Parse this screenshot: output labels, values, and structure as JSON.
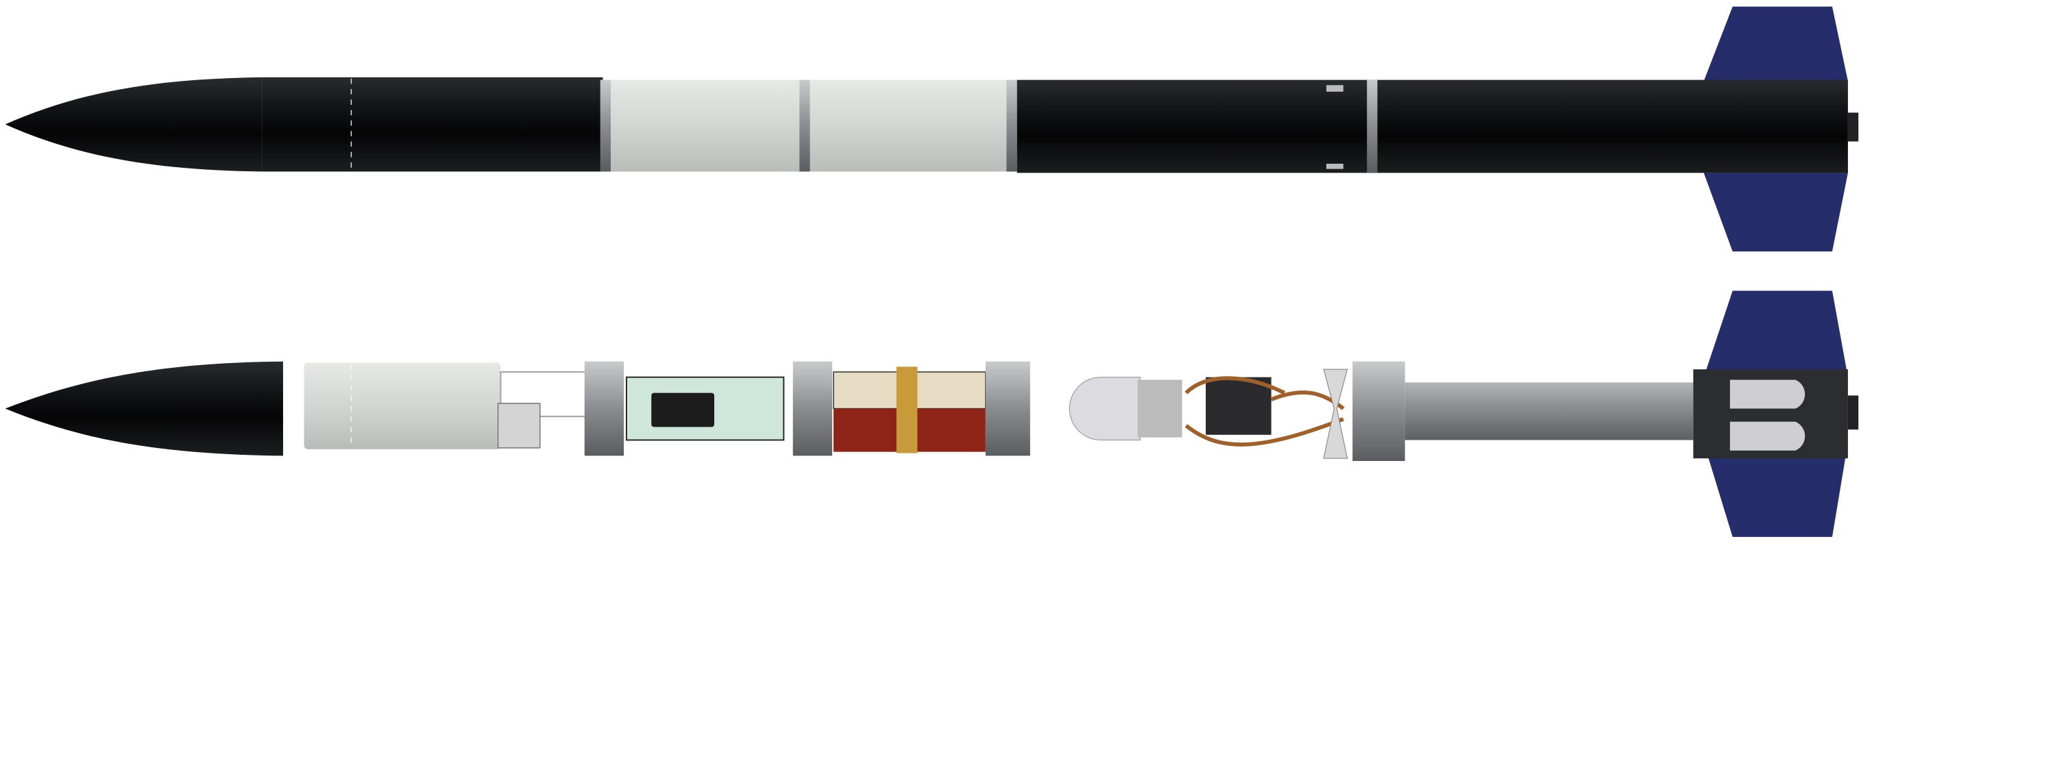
{
  "colors": {
    "airframe_black": "#111214",
    "coupler_white": "#d8dcd8",
    "fin_blue": "#262d6b",
    "metal": "#9a9c9f",
    "motor_gray": "#8e8f91",
    "recovery_red": "#8e2418",
    "harness_tan": "#c89a3a"
  },
  "views": [
    {
      "id": "assembled",
      "kind": "assembled-rocket"
    },
    {
      "id": "exploded",
      "kind": "exploded-rocket"
    }
  ]
}
